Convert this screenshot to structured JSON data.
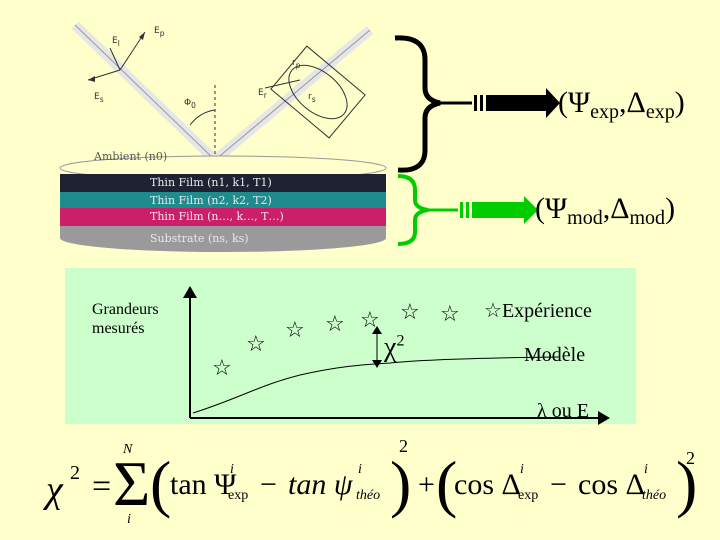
{
  "ellipsometer": {
    "labels": {
      "el": "E",
      "el_sub": "l",
      "ep": "E",
      "ep_sub": "p",
      "es": "E",
      "es_sub": "s",
      "er": "E",
      "er_sub": "r",
      "rp": "r",
      "rp_sub": "p",
      "rs": "r",
      "rs_sub": "s",
      "phi": "Φ",
      "phi_sub": "0"
    },
    "ambient": "Ambient (n0)",
    "layers": [
      {
        "label": "Thin Film (n1, k1, T1)",
        "color": "#1f2233"
      },
      {
        "label": "Thin Film (n2, k2, T2)",
        "color": "#1e8c8c"
      },
      {
        "label": "Thin Film (n…, k…, T…)",
        "color": "#cc1f6a"
      },
      {
        "label": "Substrate (ns, ks)",
        "color": "#9a9a9a"
      }
    ]
  },
  "results": {
    "experimental": {
      "open": "(",
      "psi": "Ψ",
      "sub1": "exp",
      "comma": ",",
      "delta": "Δ",
      "sub2": "exp",
      "close": ")"
    },
    "model": {
      "open": "(",
      "psi": "Ψ",
      "sub1": "mod",
      "comma": ",",
      "delta": "Δ",
      "sub2": "mod",
      "close": ")"
    }
  },
  "plot": {
    "y_label": "Grandeurs\nmesurés",
    "x_label": "λ ou E",
    "chi_label": "χ",
    "chi_exp": "2",
    "legend_experience": "Expérience",
    "legend_model": "Modèle",
    "star_symbol": "☆"
  },
  "formula": {
    "chi": "χ",
    "chi_exp": "2",
    "equals": "=",
    "sum_top": "N",
    "sum_bottom": "i",
    "sigma": "Σ",
    "tan1": "tan Ψ",
    "tan1_sup": "i",
    "tan1_sub": "exp",
    "minus1": "−",
    "tan2": "tan ψ",
    "tan2_sup": "i",
    "tan2_sub": "théo",
    "square1": "2",
    "plus": "+",
    "cos1": "cos Δ",
    "cos1_sup": "i",
    "cos1_sub": "exp",
    "minus2": "−",
    "cos2": "cos Δ",
    "cos2_sup": "i",
    "cos2_sub": "théo",
    "square2": "2"
  }
}
